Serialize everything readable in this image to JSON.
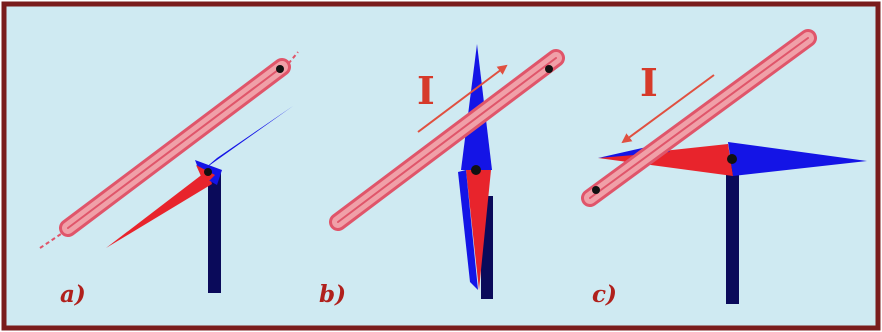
{
  "colors": {
    "background": "#cfeaf2",
    "frame": "#7a1c1c",
    "wire": "#f0a0a8",
    "wire_outline": "#e0556a",
    "arrow": "#e05040",
    "needle_north": "#e8242c",
    "needle_south": "#1414e6",
    "stand": "#0a0a5a",
    "pivot": "#111111"
  },
  "panels": [
    {
      "label": "a)",
      "current_label": "",
      "current_direction": "none",
      "needle_state": "aligned-with-field"
    },
    {
      "label": "b)",
      "current_label": "I",
      "current_direction": "up-right",
      "needle_state": "perpendicular"
    },
    {
      "label": "c)",
      "current_label": "I",
      "current_direction": "down-left",
      "needle_state": "perpendicular-reversed"
    }
  ]
}
